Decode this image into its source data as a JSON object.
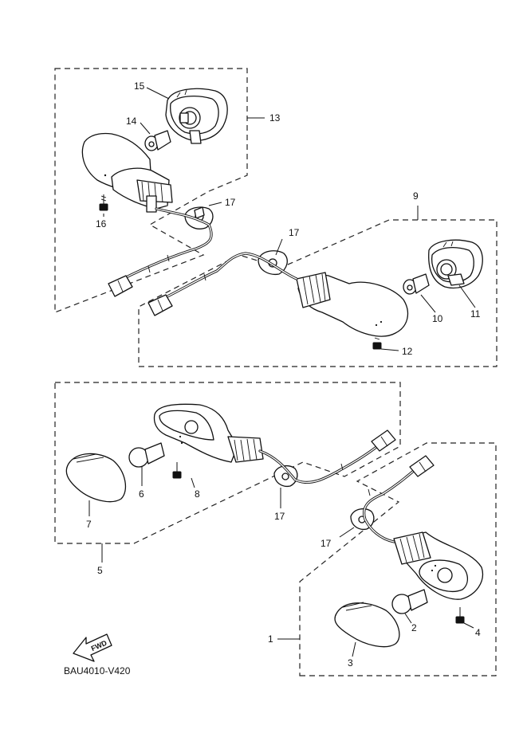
{
  "diagram": {
    "callouts": {
      "c1": "1",
      "c2": "2",
      "c3": "3",
      "c4": "4",
      "c5": "5",
      "c6": "6",
      "c7": "7",
      "c8": "8",
      "c9": "9",
      "c10": "10",
      "c11": "11",
      "c12": "12",
      "c13": "13",
      "c14": "14",
      "c15": "15",
      "c16": "16",
      "c17a": "17",
      "c17b": "17",
      "c17c": "17",
      "c17d": "17"
    },
    "fwd_label": "FWD",
    "drawing_code": "BAU4010-V420"
  }
}
